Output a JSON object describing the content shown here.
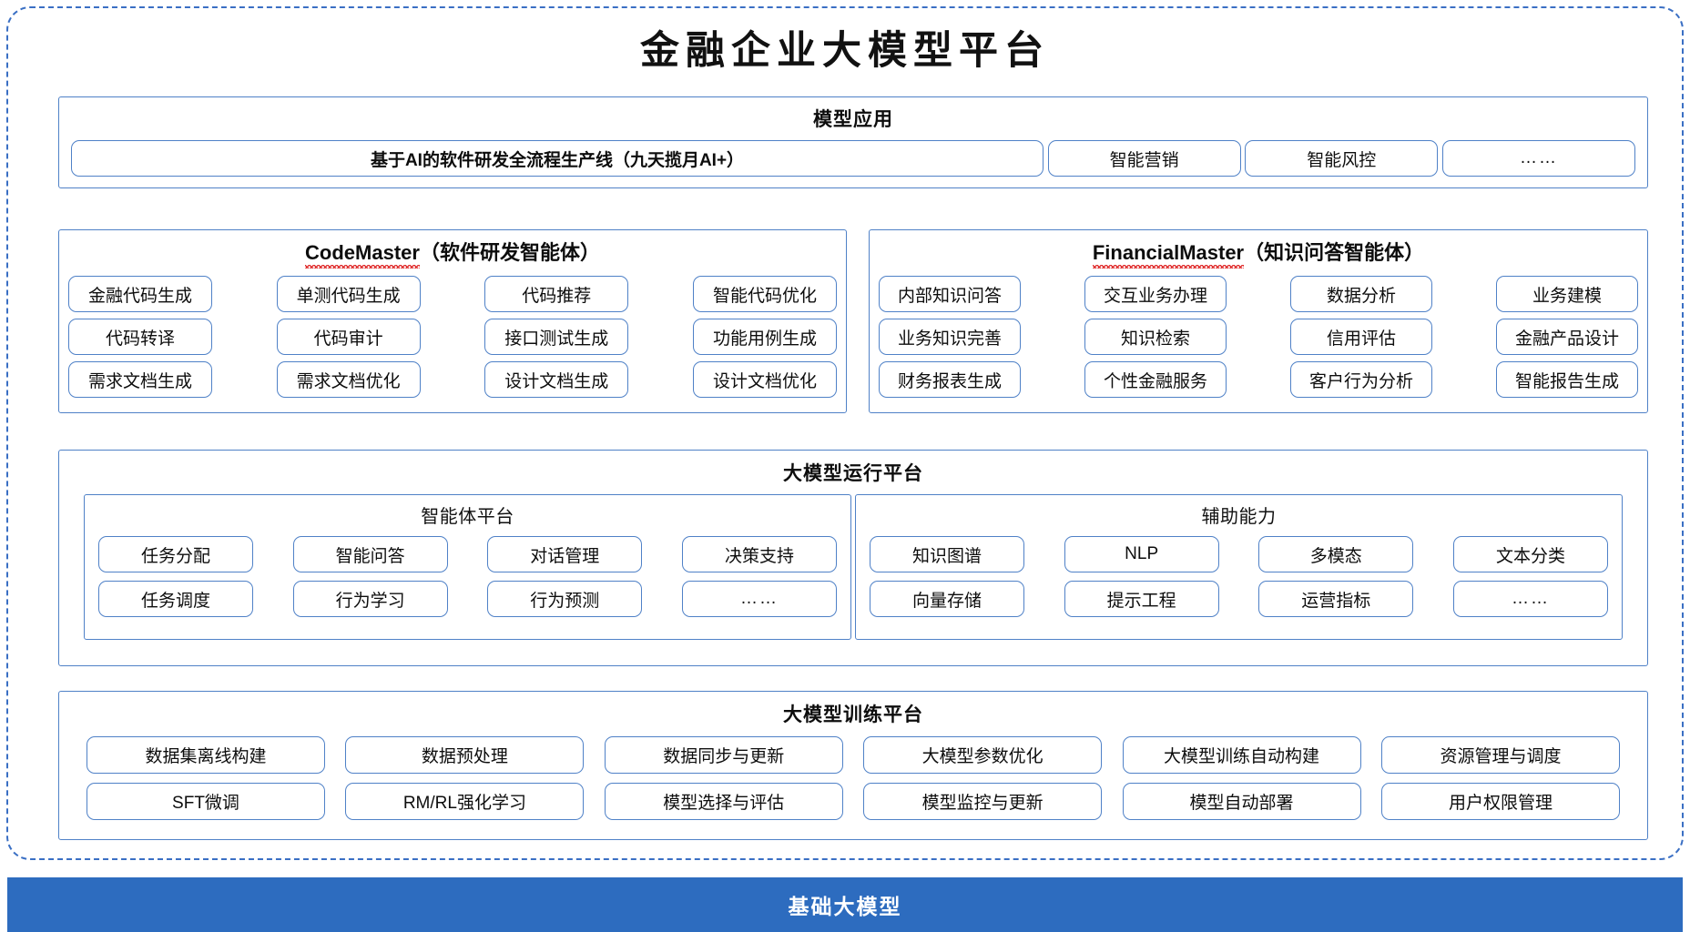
{
  "title": "金融企业大模型平台",
  "colors": {
    "accent_blue": "#2d6cbf",
    "border_blue": "#4f81c7",
    "frame_dash": "#3a6fc4",
    "spellcheck_red": "#e03030"
  },
  "applications": {
    "title": "模型应用",
    "items": [
      "基于AI的软件研发全流程生产线（九天揽月AI+）",
      "智能营销",
      "智能风控",
      "……"
    ]
  },
  "agents": [
    {
      "name": "CodeMaster",
      "suffix": "（软件研发智能体）",
      "rows": [
        [
          "金融代码生成",
          "单测代码生成",
          "代码推荐",
          "智能代码优化"
        ],
        [
          "代码转译",
          "代码审计",
          "接口测试生成",
          "功能用例生成"
        ],
        [
          "需求文档生成",
          "需求文档优化",
          "设计文档生成",
          "设计文档优化"
        ]
      ]
    },
    {
      "name": "FinancialMaster",
      "suffix": "（知识问答智能体）",
      "rows": [
        [
          "内部知识问答",
          "交互业务办理",
          "数据分析",
          "业务建模"
        ],
        [
          "业务知识完善",
          "知识检索",
          "信用评估",
          "金融产品设计"
        ],
        [
          "财务报表生成",
          "个性金融服务",
          "客户行为分析",
          "智能报告生成"
        ]
      ]
    }
  ],
  "runtime": {
    "title": "大模型运行平台",
    "subsections": [
      {
        "title": "智能体平台",
        "rows": [
          [
            "任务分配",
            "智能问答",
            "对话管理",
            "决策支持"
          ],
          [
            "任务调度",
            "行为学习",
            "行为预测",
            "……"
          ]
        ]
      },
      {
        "title": "辅助能力",
        "rows": [
          [
            "知识图谱",
            "NLP",
            "多模态",
            "文本分类"
          ],
          [
            "向量存储",
            "提示工程",
            "运营指标",
            "……"
          ]
        ]
      }
    ]
  },
  "training": {
    "title": "大模型训练平台",
    "rows": [
      [
        "数据集离线构建",
        "数据预处理",
        "数据同步与更新",
        "大模型参数优化",
        "大模型训练自动构建",
        "资源管理与调度"
      ],
      [
        "SFT微调",
        "RM/RL强化学习",
        "模型选择与评估",
        "模型监控与更新",
        "模型自动部署",
        "用户权限管理"
      ]
    ]
  },
  "foundation": {
    "label": "基础大模型"
  }
}
